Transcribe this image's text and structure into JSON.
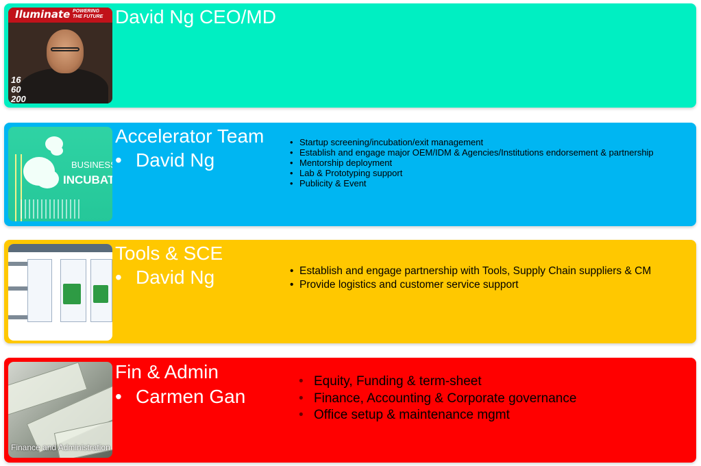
{
  "sections": [
    {
      "title": "David Ng CEO/MD",
      "thumbnail": {
        "masthead": "Iluminate",
        "tagline_1": "POWERING",
        "tagline_2": "THE FUTURE",
        "numbers": [
          "16",
          "60",
          "200"
        ]
      }
    },
    {
      "title": "Accelerator Team",
      "person": "David Ng",
      "thumbnail": {
        "line_1": "BUSINESS",
        "line_2": "INCUBATION"
      },
      "bullets": [
        "Startup screening/incubation/exit management",
        "Establish and engage major OEM/IDM & Agencies/Institutions endorsement & partnership",
        "Mentorship deployment",
        "Lab & Prototyping support",
        "Publicity & Event"
      ]
    },
    {
      "title": "Tools & SCE",
      "person": "David Ng",
      "bullets": [
        "Establish and engage partnership with Tools, Supply Chain suppliers & CM",
        "Provide logistics and customer service support"
      ]
    },
    {
      "title": "Fin & Admin",
      "person": "Carmen Gan",
      "thumbnail": {
        "caption": "Finance and Administration"
      },
      "bullets": [
        "Equity, Funding & term-sheet",
        "Finance, Accounting & Corporate governance",
        "Office setup & maintenance mgmt"
      ]
    }
  ],
  "colors": {
    "ceo_band": "#00efc2",
    "accelerator_band": "#00b6f2",
    "tools_band": "#ffc800",
    "fin_band": "#ff0000"
  }
}
